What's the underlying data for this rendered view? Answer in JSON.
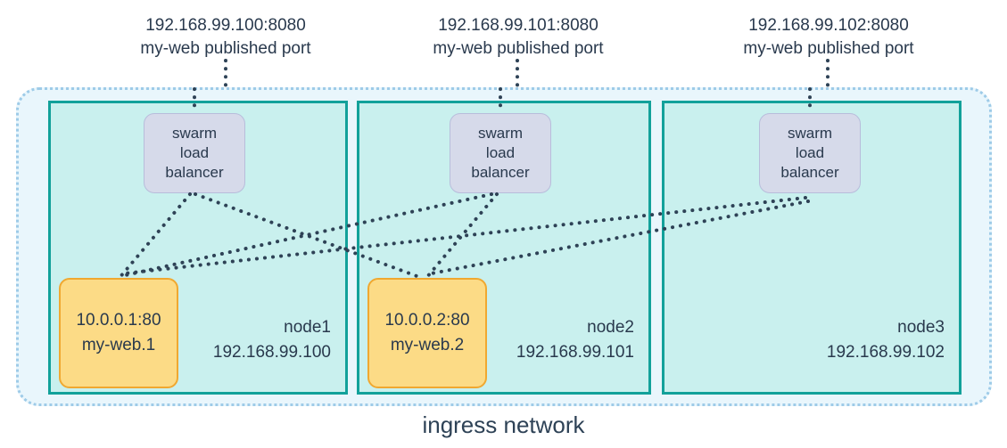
{
  "diagram": {
    "title": "ingress network",
    "network_label": "ingress network",
    "colors": {
      "ingress_border": "#9ecbe8",
      "ingress_fill": "#e9f6fc",
      "node_border": "#12a19a",
      "node_fill": "#c9f0ee",
      "lb_fill": "#d6daea",
      "lb_border": "#b8bddb",
      "task_fill": "#fcdb86",
      "task_border": "#f0a830",
      "text": "#29394d",
      "line": "#2e4256"
    }
  },
  "port_labels": [
    {
      "ip": "192.168.99.100:8080",
      "desc": "my-web published port"
    },
    {
      "ip": "192.168.99.101:8080",
      "desc": "my-web published port"
    },
    {
      "ip": "192.168.99.102:8080",
      "desc": "my-web published port"
    }
  ],
  "nodes": [
    {
      "name": "node1",
      "ip": "192.168.99.100",
      "load_balancer": {
        "line1": "swarm",
        "line2": "load",
        "line3": "balancer"
      },
      "task": {
        "address": "10.0.0.1:80",
        "name": "my-web.1"
      }
    },
    {
      "name": "node2",
      "ip": "192.168.99.101",
      "load_balancer": {
        "line1": "swarm",
        "line2": "load",
        "line3": "balancer"
      },
      "task": {
        "address": "10.0.0.2:80",
        "name": "my-web.2"
      }
    },
    {
      "name": "node3",
      "ip": "192.168.99.102",
      "load_balancer": {
        "line1": "swarm",
        "line2": "load",
        "line3": "balancer"
      },
      "task": null
    }
  ]
}
